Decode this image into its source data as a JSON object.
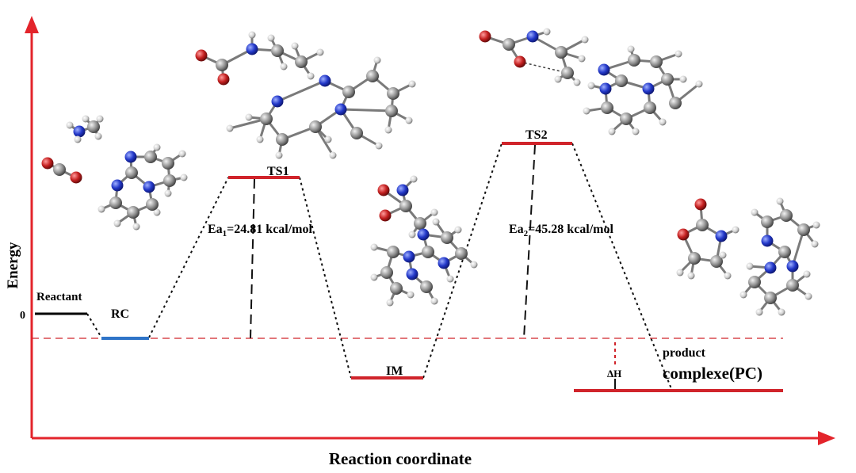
{
  "axes": {
    "x_label": "Reaction coordinate",
    "y_label": "Energy",
    "zero_tick": "0",
    "axis_color": "#e3242b"
  },
  "levels": {
    "reactant": "Reactant",
    "rc": "RC",
    "ts1": "TS1",
    "im": "IM",
    "ts2": "TS2",
    "product_line1": "product",
    "product_line2": "complexe(PC)"
  },
  "barriers": {
    "ea1_prefix": "Ea",
    "ea1_sub": "1",
    "ea1_value": "=24.81 kcal/mol",
    "ea2_prefix": "Ea",
    "ea2_sub": "2",
    "ea2_value": "=45.28 kcal/mol",
    "delta_h": "ΔH"
  },
  "colors": {
    "level": "#d0242b",
    "rc_level": "#2f74c8",
    "reactant_level": "#000000",
    "reference": "#d0242b",
    "atom_carbon": "#8c8c8c",
    "atom_nitrogen": "#2338c9",
    "atom_oxygen": "#c42020",
    "atom_hydrogen": "#d9d9d9"
  }
}
